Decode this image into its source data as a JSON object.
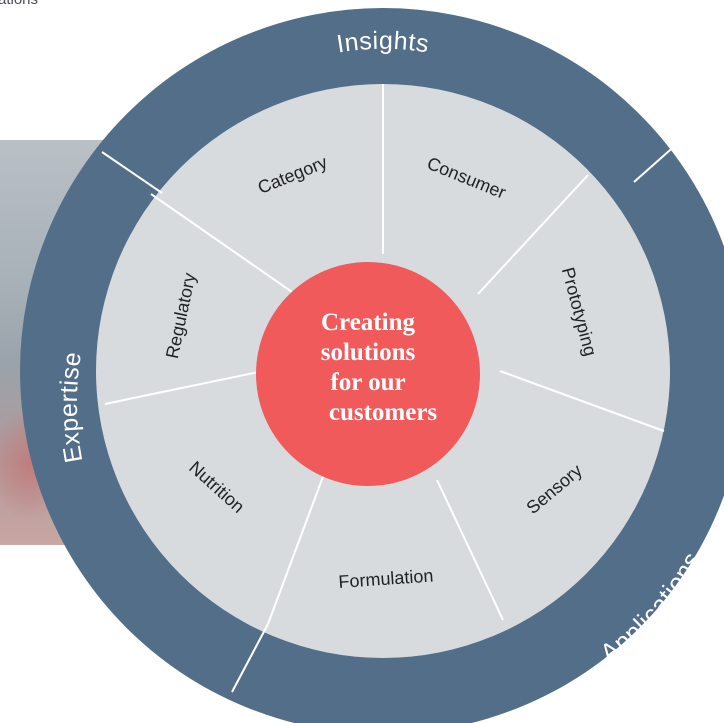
{
  "header": {
    "fragment": "ations"
  },
  "colors": {
    "ring": "#526e89",
    "segment": "#d8dbde",
    "divider": "#ffffff",
    "center": "#f05a5b"
  },
  "center": {
    "lines": [
      "Creating",
      "solutions",
      "for our",
      "customers"
    ]
  },
  "ring": {
    "insights": "Insights",
    "applications": "Applications",
    "expertise": "Expertise"
  },
  "segments": {
    "category": "Category",
    "consumer": "Consumer",
    "prototyping": "Prototyping",
    "sensory": "Sensory",
    "formulation": "Formulation",
    "nutrition": "Nutrition",
    "regulatory": "Regulatory"
  }
}
